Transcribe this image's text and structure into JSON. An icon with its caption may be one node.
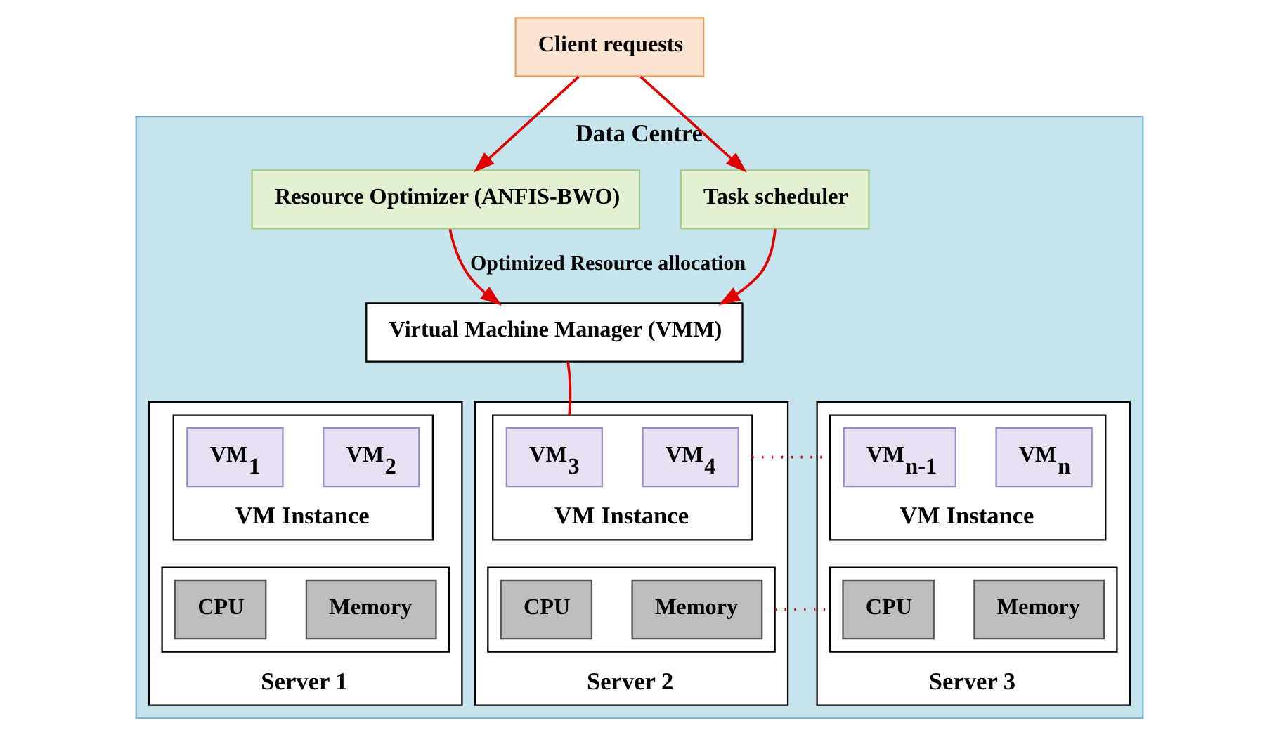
{
  "diagram": {
    "nodes": [
      {
        "text": [
          "Client requests"
        ]
      },
      {
        "text": [
          "Data Centre"
        ]
      },
      {
        "text": [
          "Resource Optimizer (ANFIS-BWO)"
        ],
        "in": 1
      },
      {
        "text": [
          "Task scheduler"
        ],
        "in": 1
      },
      {
        "text": [
          "Virtual Machine Manager (VMM)"
        ],
        "in": 1
      },
      {
        "text": [
          "Server 1"
        ],
        "in": 1
      },
      {
        "text": [
          "VM Instance"
        ],
        "in": 5
      },
      {
        "text": [
          "VM$_{1}$"
        ],
        "in": 6
      },
      {
        "text": [
          "VM$_{2}$"
        ],
        "in": 6
      },
      {
        "text": [],
        "shape": "box",
        "in": 5
      },
      {
        "text": [
          "CPU"
        ],
        "in": 9
      },
      {
        "text": [
          "Memory"
        ],
        "in": 9
      },
      {
        "text": [
          "Server 2"
        ],
        "in": 1
      },
      {
        "text": [
          "VM Instance"
        ],
        "in": 12
      },
      {
        "text": [
          "VM$_{3}$"
        ],
        "in": 13
      },
      {
        "text": [
          "VM$_{4}$"
        ],
        "in": 13
      },
      {
        "text": [],
        "shape": "box",
        "in": 12
      },
      {
        "text": [
          "CPU"
        ],
        "in": 16
      },
      {
        "text": [
          "Memory"
        ],
        "in": 16
      },
      {
        "text": [
          "Server 3"
        ],
        "in": 1
      },
      {
        "text": [
          "VM Instance"
        ],
        "in": 19
      },
      {
        "text": [
          "VM$_{n-1}$"
        ],
        "in": 20
      },
      {
        "text": [
          "VM$_{n}$"
        ],
        "in": 20
      },
      {
        "text": [],
        "shape": "box",
        "in": 19
      },
      {
        "text": [
          "CPU"
        ],
        "in": 23
      },
      {
        "text": [
          "Memory"
        ],
        "in": 23
      }
    ],
    "edges": [
      {
        "from": 0,
        "to": 2,
        "arrow": "to"
      },
      {
        "from": 0,
        "to": 3,
        "arrow": "to"
      },
      {
        "from": 2,
        "to": 4,
        "arrow": "to",
        "label": "Optimized Resource allocation"
      },
      {
        "from": 3,
        "to": 4,
        "arrow": "to"
      },
      {
        "from": 4,
        "to": 13,
        "arrow": "none"
      },
      {
        "from": 13,
        "to": 20,
        "arrow": "none",
        "style": "dashed"
      },
      {
        "from": 16,
        "to": 23,
        "arrow": "none",
        "style": "dashed"
      }
    ]
  }
}
